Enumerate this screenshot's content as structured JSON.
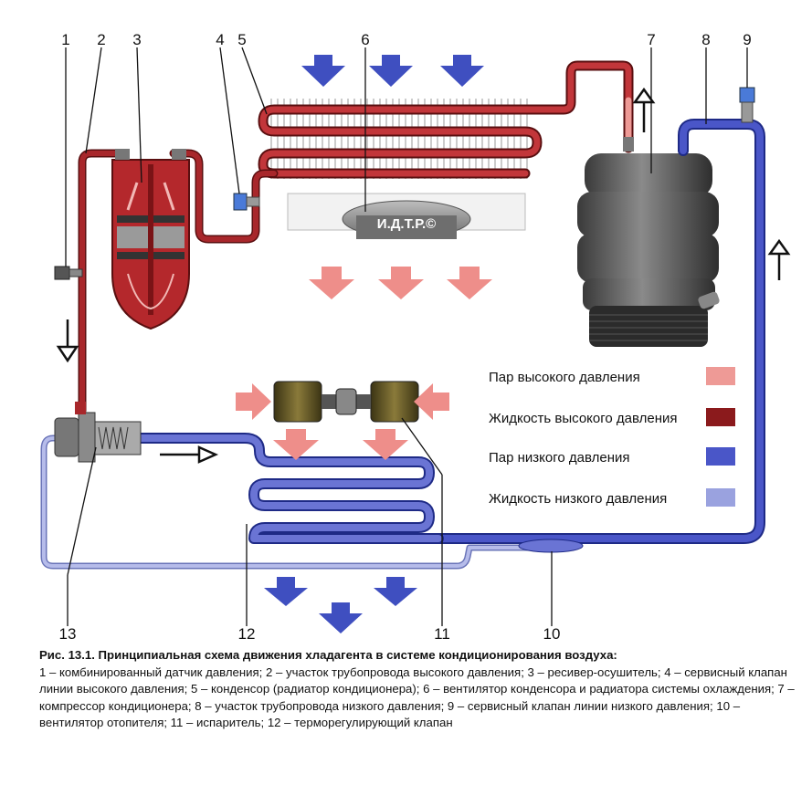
{
  "colors": {
    "high_pressure_vapor": "#ee9a96",
    "high_pressure_liquid": "#8b1a1c",
    "low_pressure_vapor": "#4a56c8",
    "low_pressure_liquid": "#9aa2df"
  },
  "component_numbers": [
    "1",
    "2",
    "3",
    "4",
    "5",
    "6",
    "7",
    "8",
    "9",
    "10",
    "11",
    "12",
    "13"
  ],
  "fan_label": "И.Д.Т.Р.©",
  "legend": [
    {
      "label": "Пар высокого давления",
      "color": "#ee9a96"
    },
    {
      "label": "Жидкость высокого давления",
      "color": "#8b1a1c"
    },
    {
      "label": "Пар низкого давления",
      "color": "#4a56c8"
    },
    {
      "label": "Жидкость низкого давления",
      "color": "#9aa2df"
    }
  ],
  "caption": {
    "title": "Рис. 13.1. Принципиальная схема движения хладагента в системе кондиционирования воздуха:",
    "text": "1 – комбинированный датчик давления; 2 – участок трубопровода высокого давления; 3 – ресивер-осушитель; 4 – сервисный клапан линии высокого давления; 5 – конденсор (радиатор кондиционера); 6 – вентилятор конденсора и радиатора системы охлаждения; 7 – компрессор кондиционера; 8 – участок трубопровода низкого давления; 9 – сервисный клапан линии низкого давления; 10 – вентилятор отопителя; 11 – испаритель; 12 – терморегулирующий клапан"
  }
}
